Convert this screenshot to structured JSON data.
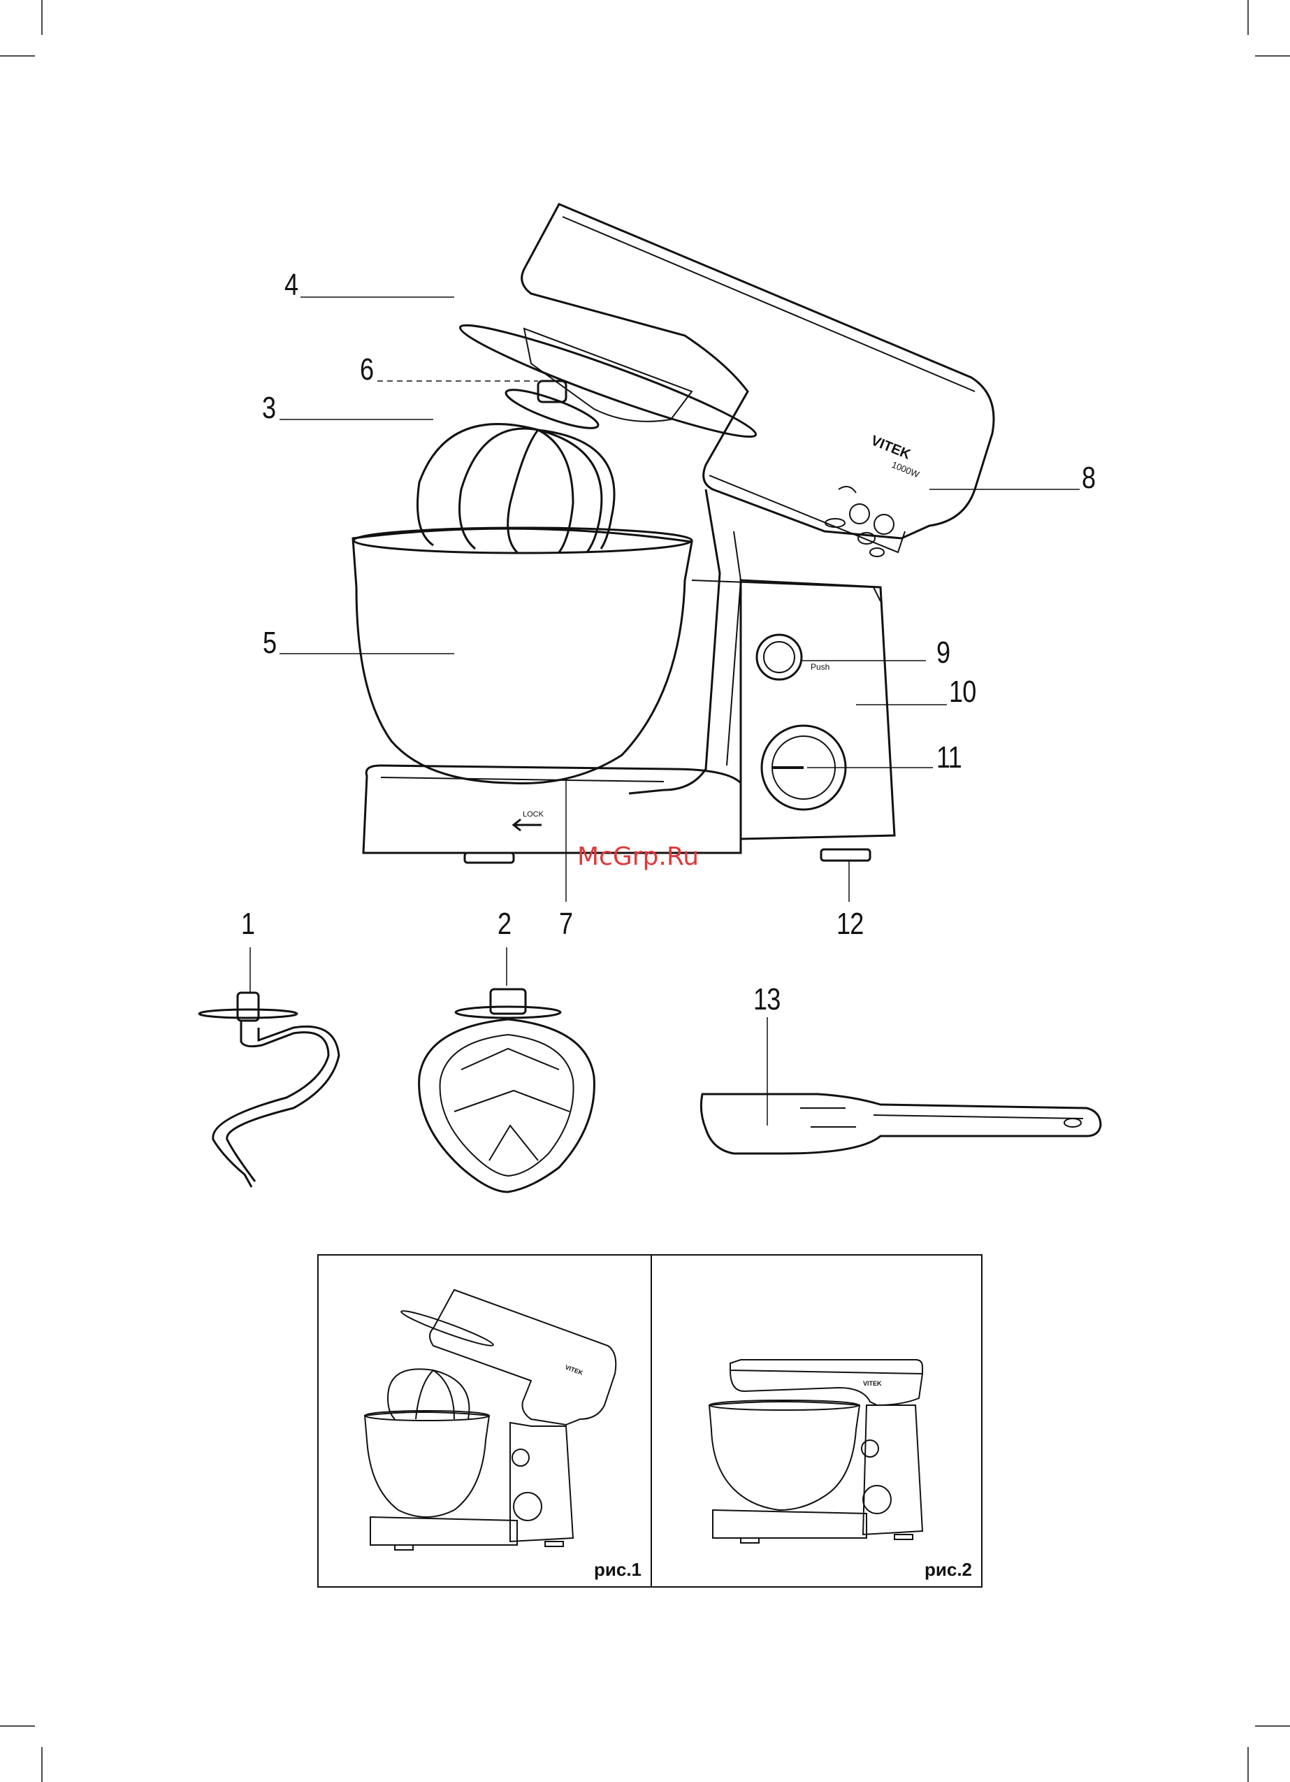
{
  "callouts": {
    "c1": "1",
    "c2": "2",
    "c3": "3",
    "c4": "4",
    "c5": "5",
    "c6": "6",
    "c7": "7",
    "c8": "8",
    "c9": "9",
    "c10": "10",
    "c11": "11",
    "c12": "12",
    "c13": "13"
  },
  "device": {
    "brand": "VITEK",
    "power": "1000W",
    "push_label": "Push",
    "lock_label": "LOCK"
  },
  "watermark": "McGrp.Ru",
  "figures": {
    "fig1_label": "рис.1",
    "fig2_label": "рис.2"
  },
  "colors": {
    "line": "#111111",
    "watermark": "#e0393b"
  }
}
